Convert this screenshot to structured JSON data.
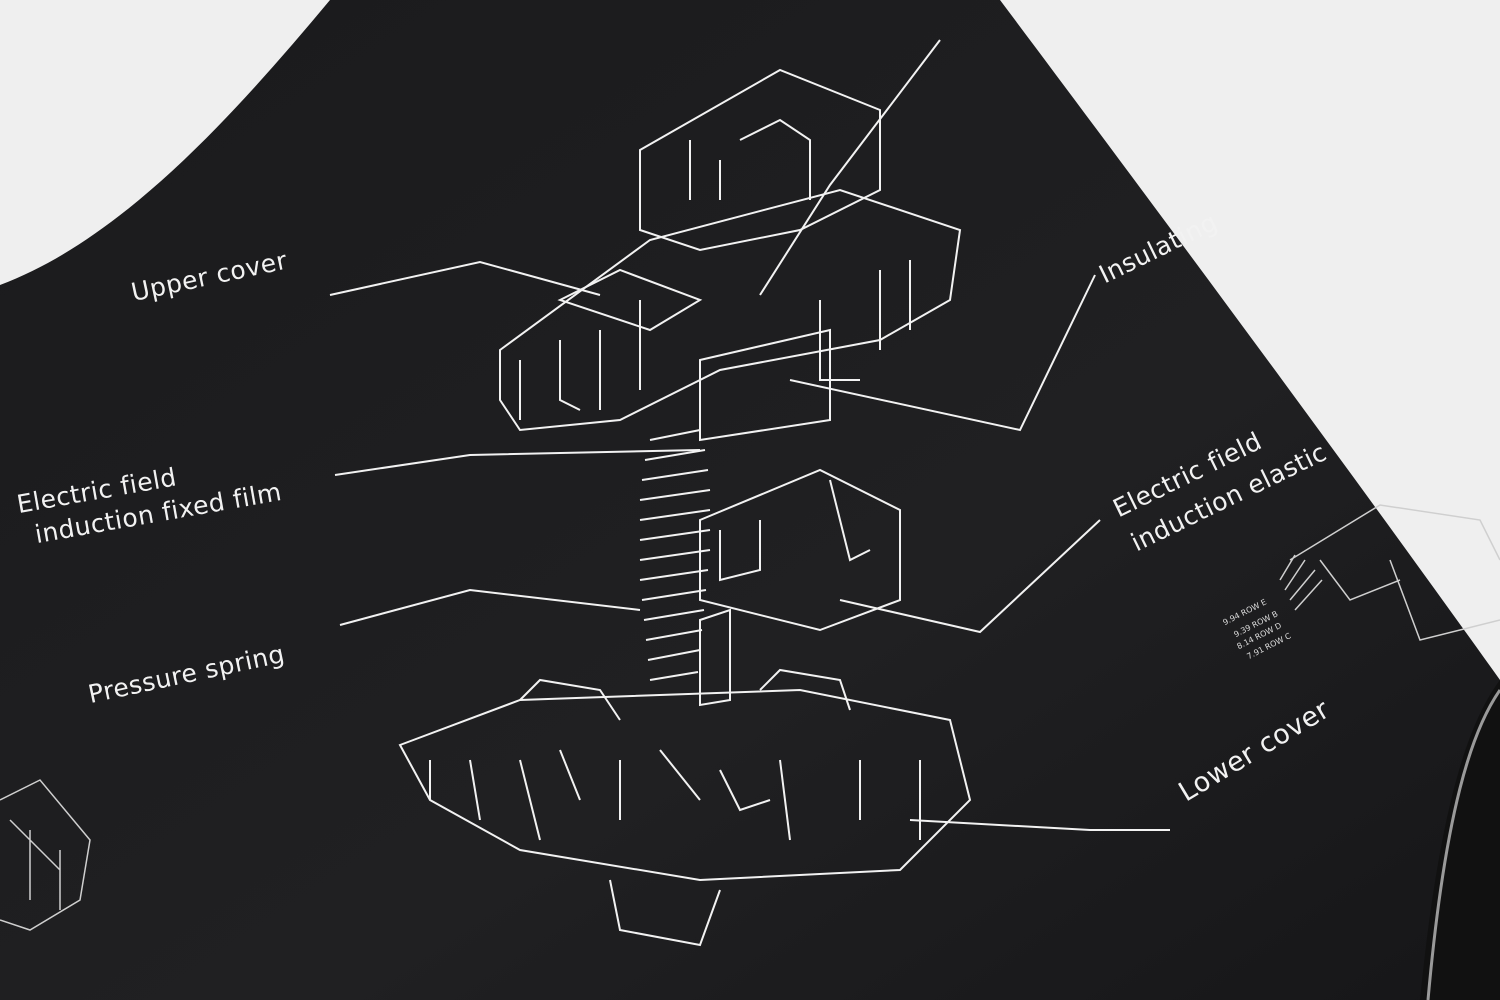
{
  "colors": {
    "background": "#efefef",
    "mat": "#1c1c1e",
    "linework": "#f2f2f2",
    "edge_stitching": "#9a9a9a"
  },
  "labels": {
    "upper_cover": "Upper cover",
    "fixed_film_line1": "Electric field",
    "fixed_film_line2": "induction fixed film",
    "pressure_spring": "Pressure spring",
    "insulating": "Insulating",
    "elastic_line1": "Electric field",
    "elastic_line2": "induction elastic",
    "lower_cover": "Lower cover"
  },
  "row_labels": [
    "9.94 ROW E",
    "9.39 ROW B",
    "8.14 ROW D",
    "7.91 ROW C"
  ]
}
